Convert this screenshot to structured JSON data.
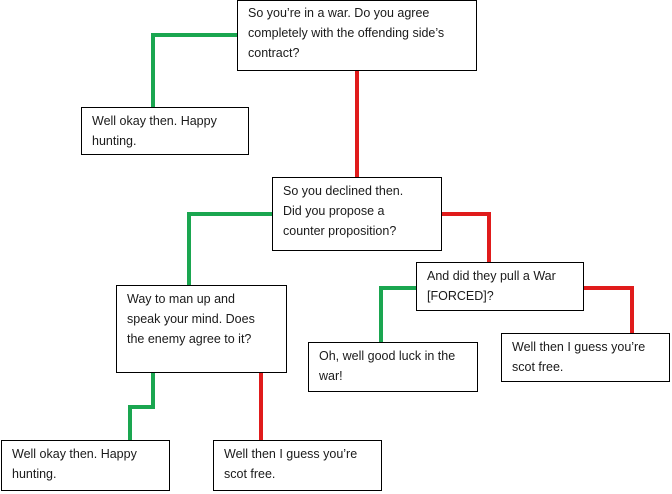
{
  "flowchart": {
    "colors": {
      "yes_branch": "#1aa650",
      "no_branch": "#e01b1b",
      "box_border": "#000000",
      "box_fill": "#ffffff",
      "text": "#1a1a1a"
    },
    "nodes": {
      "q_agree_contract": "So you’re in a war. Do you agree\ncompletely with the offending side’s\ncontract?",
      "a_happy_hunting_1": "Well okay then. Happy\nhunting.",
      "q_counter_proposition": "So you declined then.\nDid you propose a\ncounter proposition?",
      "q_war_forced": "And did they pull a War\n[FORCED]?",
      "q_enemy_agree": "Way to man up and\nspeak your mind. Does\nthe enemy agree to it?",
      "a_good_luck": "Oh, well good luck in the\nwar!",
      "a_scot_free_1": "Well then I guess you’re\nscot free.",
      "a_happy_hunting_2": "Well okay then. Happy\nhunting.",
      "a_scot_free_2": "Well then I guess you’re\nscot free."
    },
    "edges": [
      {
        "from": "q_agree_contract",
        "to": "a_happy_hunting_1",
        "branch": "yes"
      },
      {
        "from": "q_agree_contract",
        "to": "q_counter_proposition",
        "branch": "no"
      },
      {
        "from": "q_counter_proposition",
        "to": "q_enemy_agree",
        "branch": "yes"
      },
      {
        "from": "q_counter_proposition",
        "to": "q_war_forced",
        "branch": "no"
      },
      {
        "from": "q_war_forced",
        "to": "a_good_luck",
        "branch": "yes"
      },
      {
        "from": "q_war_forced",
        "to": "a_scot_free_1",
        "branch": "no"
      },
      {
        "from": "q_enemy_agree",
        "to": "a_happy_hunting_2",
        "branch": "yes"
      },
      {
        "from": "q_enemy_agree",
        "to": "a_scot_free_2",
        "branch": "no"
      }
    ]
  }
}
